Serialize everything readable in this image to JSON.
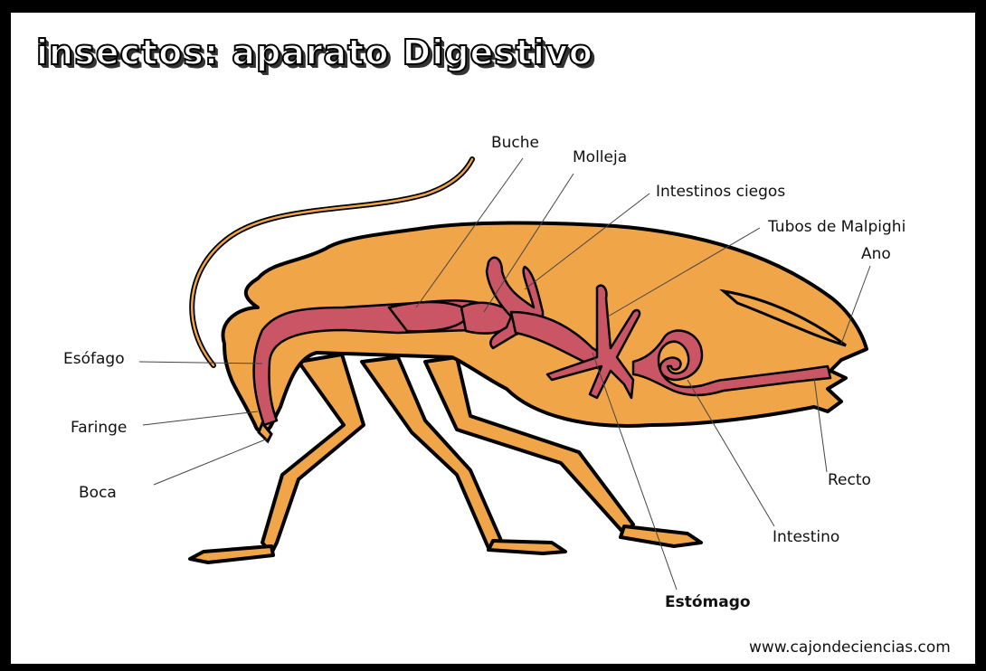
{
  "title": "insectos: aparato Digestivo",
  "labels": {
    "buche": "Buche",
    "molleja": "Molleja",
    "intestinos_ciegos": "Intestinos ciegos",
    "tubos_malpighi": "Tubos de Malpighi",
    "ano": "Ano",
    "esofago": "Esófago",
    "faringe": "Faringe",
    "boca": "Boca",
    "recto": "Recto",
    "intestino": "Intestino",
    "estomago": "Estómago"
  },
  "credit": "www.cajondeciencias.com",
  "colors": {
    "body": "#f0a549",
    "gut": "#c95565",
    "outline": "#000000",
    "background": "#ffffff",
    "frame": "#000000"
  }
}
